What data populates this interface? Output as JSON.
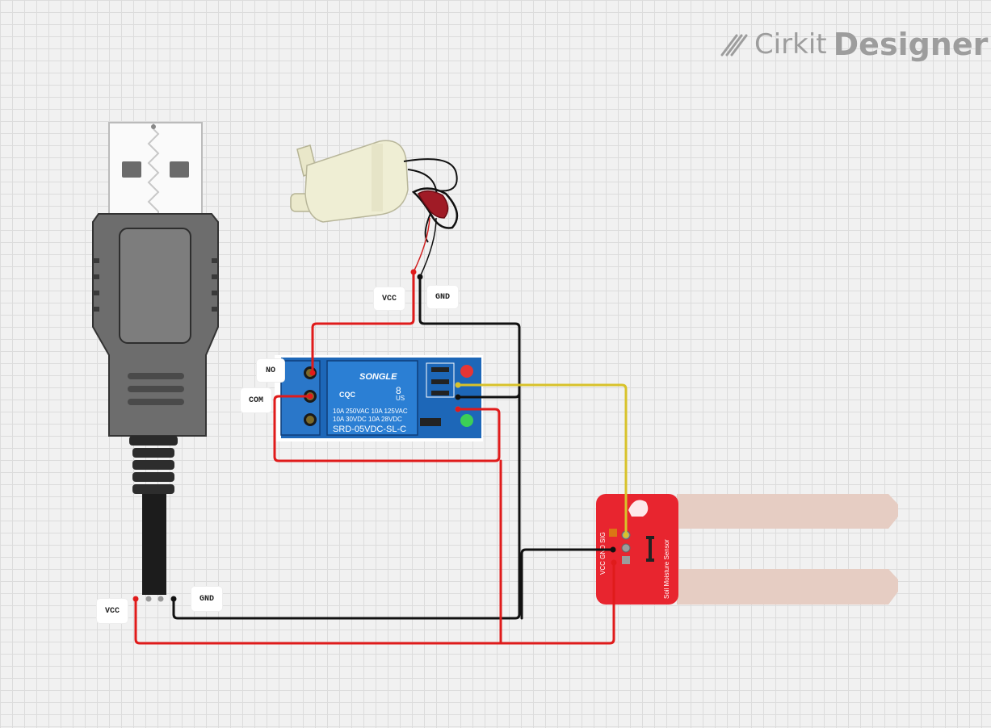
{
  "brand": {
    "name_light": "Cirkit",
    "name_bold": "Designer",
    "icon": "cirkit-logo-icon"
  },
  "components": {
    "usb_plug": {
      "labels": {
        "vcc": "VCC",
        "gnd": "GND"
      }
    },
    "water_pump": {
      "labels": {
        "vcc": "VCC",
        "gnd": "GND"
      }
    },
    "relay_module": {
      "brand_text": "SONGLE",
      "rating_1": "10A 250VAC   10A 125VAC",
      "rating_2": "10A  30VDC   10A  28VDC",
      "model": "SRD-05VDC-SL-C",
      "cert": "CQC",
      "us_mark": "US",
      "num": "8",
      "labels": {
        "no": "NO",
        "com": "COM"
      }
    },
    "soil_sensor": {
      "pin_text": "VCC GND SIG",
      "title": "Soil Moisture Sensor"
    }
  },
  "colors": {
    "red_wire": "#e01b1b",
    "black_wire": "#111111",
    "yellow_wire": "#d8c22a",
    "sensor_board": "#e8252f",
    "relay_board": "#1f6fbf",
    "probe": "#e6cdc3"
  }
}
